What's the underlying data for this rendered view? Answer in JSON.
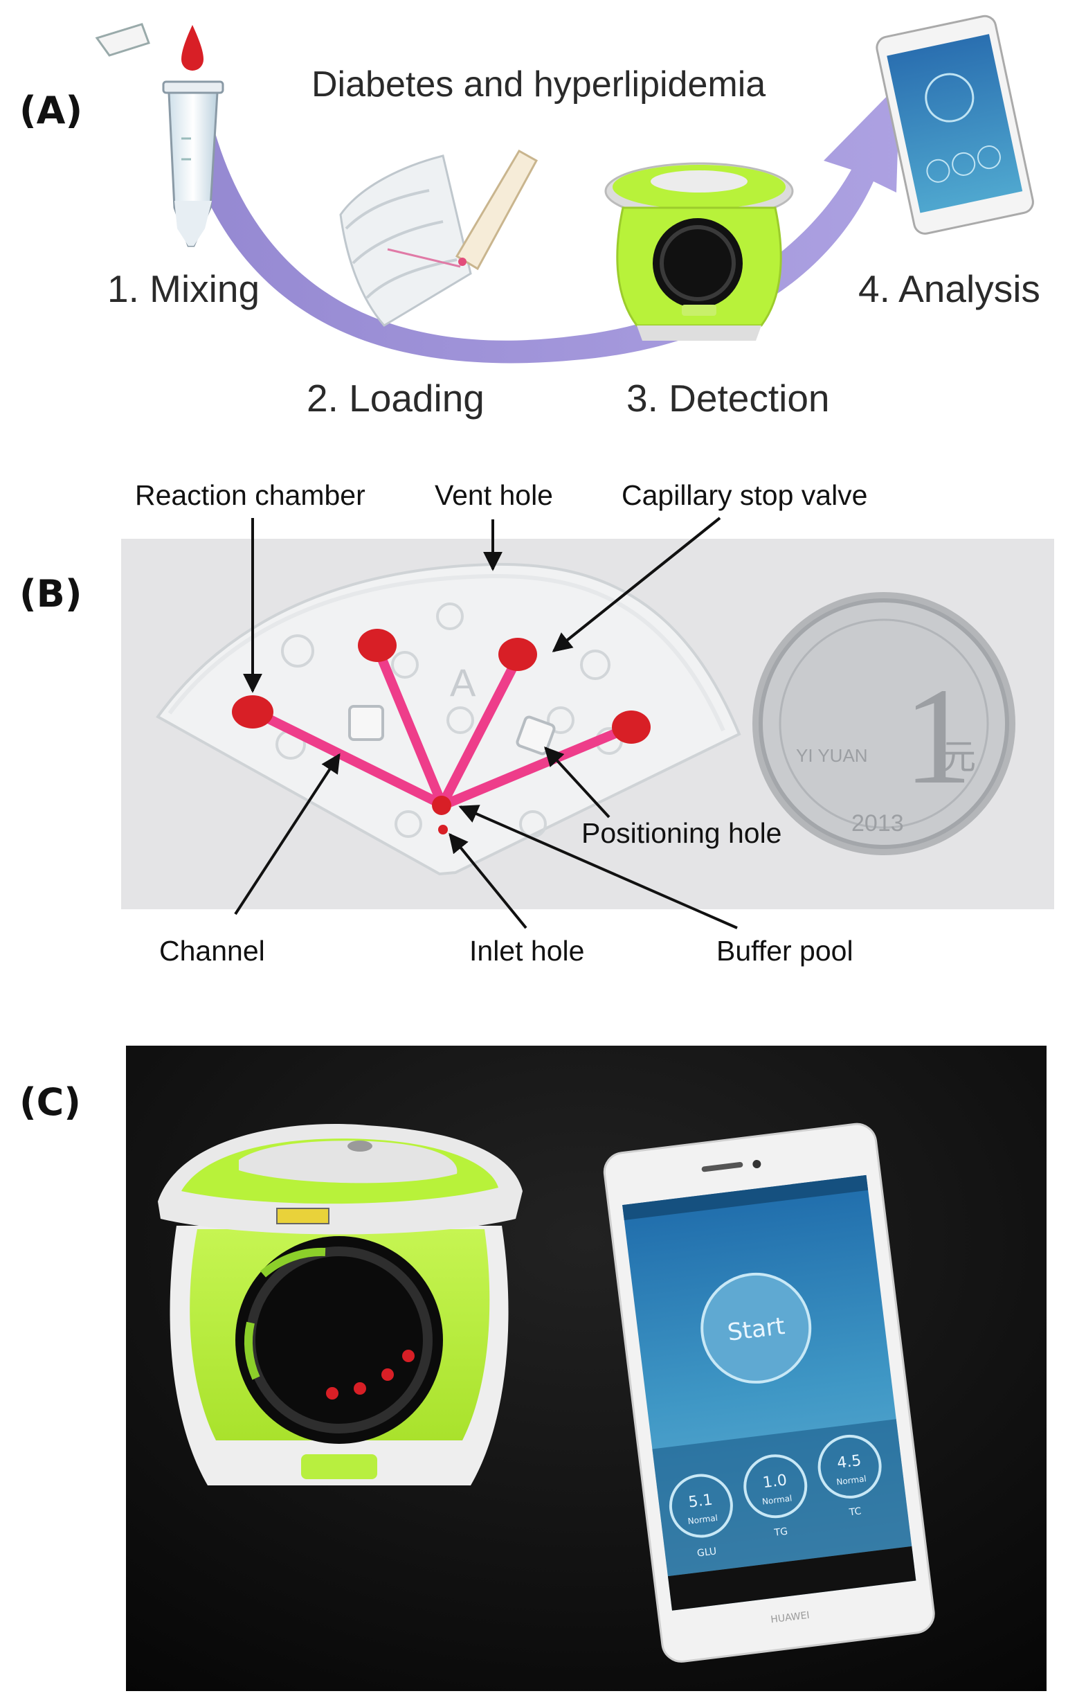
{
  "panels": {
    "a": {
      "label": "(A)",
      "title": "Diabetes and hyperlipidemia",
      "steps": [
        {
          "label": "1. Mixing"
        },
        {
          "label": "2. Loading"
        },
        {
          "label": "3. Detection"
        },
        {
          "label": "4. Analysis"
        }
      ]
    },
    "b": {
      "label": "(B)",
      "callouts": {
        "reaction_chamber": "Reaction chamber",
        "vent_hole": "Vent hole",
        "capillary_stop_valve": "Capillary stop valve",
        "positioning_hole": "Positioning hole",
        "channel": "Channel",
        "inlet_hole": "Inlet hole",
        "buffer_pool": "Buffer pool"
      },
      "chip_mark": "A",
      "coin_text": {
        "value": "1",
        "currency": "元",
        "romanized": "YI YUAN",
        "year": "2013"
      }
    },
    "c": {
      "label": "(C)",
      "phone": {
        "start_label": "Start",
        "results": [
          {
            "value": "5.1",
            "status": "Normal",
            "name": "GLU"
          },
          {
            "value": "1.0",
            "status": "Normal",
            "name": "TG"
          },
          {
            "value": "4.5",
            "status": "Normal",
            "name": "TC"
          }
        ],
        "brand": "HUAWEI"
      }
    }
  },
  "colors": {
    "arrow": "#9b8ed6",
    "blood": "#d81f26",
    "device_green": "#b8f23a",
    "channel_pink": "#ee3d8a",
    "photo_bg_b": "#e6e6e8",
    "photo_bg_c": "#0c0c0c"
  }
}
